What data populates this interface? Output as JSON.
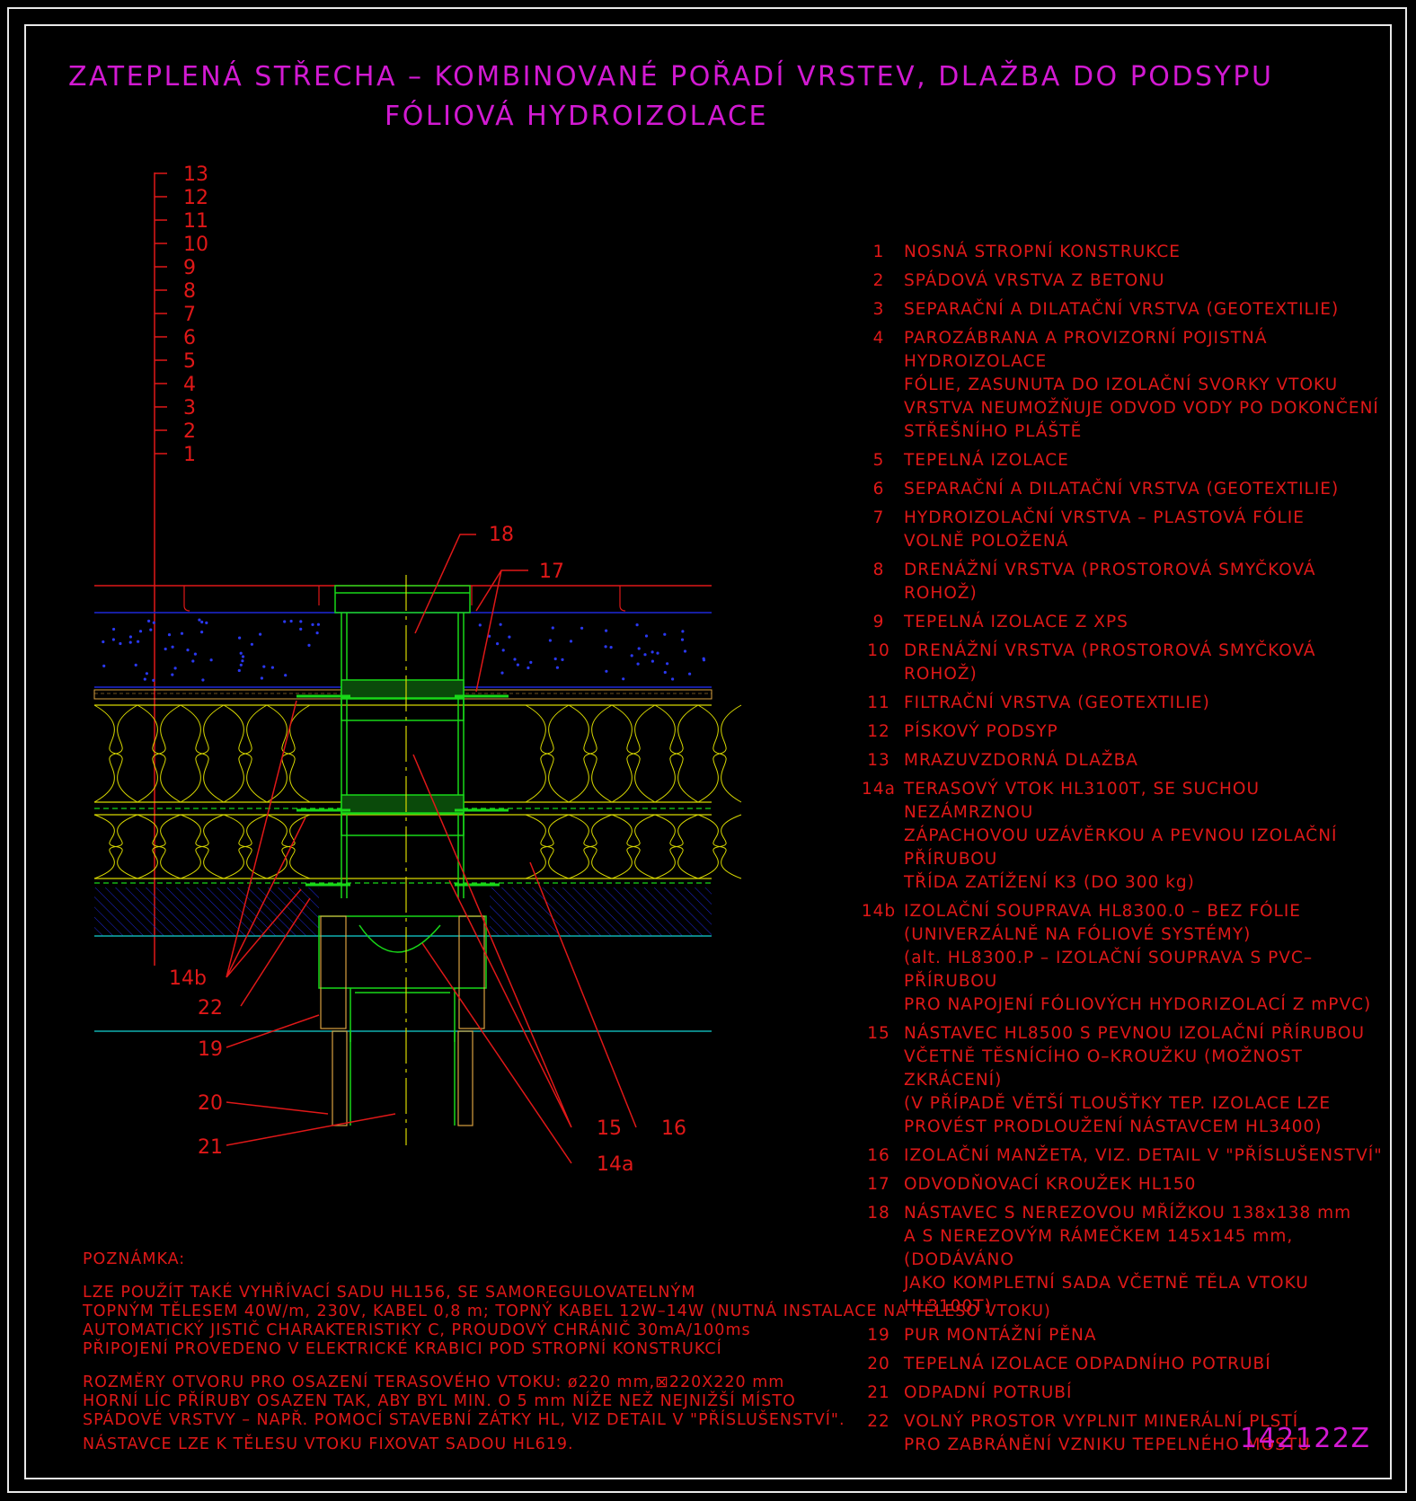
{
  "title": {
    "line1": "ZATEPLENÁ STŘECHA – KOMBINOVANÉ POŘADÍ VRSTEV, DLAŽBA DO PODSYPU",
    "line2": "FÓLIOVÁ HYDROIZOLACE"
  },
  "scale_labels": [
    "13",
    "12",
    "11",
    "10",
    "9",
    "8",
    "7",
    "6",
    "5",
    "4",
    "3",
    "2",
    "1"
  ],
  "callouts": {
    "c18": "18",
    "c17": "17",
    "c14b": "14b",
    "c22": "22",
    "c19": "19",
    "c20": "20",
    "c21": "21",
    "c15": "15",
    "c16": "16",
    "c14a": "14a"
  },
  "legend": [
    {
      "num": "1",
      "lines": [
        "NOSNÁ STROPNÍ KONSTRUKCE"
      ]
    },
    {
      "num": "2",
      "lines": [
        "SPÁDOVÁ VRSTVA Z BETONU"
      ]
    },
    {
      "num": "3",
      "lines": [
        "SEPARAČNÍ A DILATAČNÍ VRSTVA (GEOTEXTILIE)"
      ]
    },
    {
      "num": "4",
      "lines": [
        "PAROZÁBRANA A PROVIZORNÍ POJISTNÁ HYDROIZOLACE",
        "FÓLIE, ZASUNUTA DO IZOLAČNÍ SVORKY VTOKU",
        "VRSTVA NEUMOŽŇUJE ODVOD VODY PO DOKONČENÍ",
        "STŘEŠNÍHO PLÁŠTĚ"
      ]
    },
    {
      "num": "5",
      "lines": [
        "TEPELNÁ IZOLACE"
      ]
    },
    {
      "num": "6",
      "lines": [
        "SEPARAČNÍ A DILATAČNÍ VRSTVA (GEOTEXTILIE)"
      ]
    },
    {
      "num": "7",
      "lines": [
        "HYDROIZOLAČNÍ VRSTVA – PLASTOVÁ FÓLIE",
        "VOLNĚ POLOŽENÁ"
      ]
    },
    {
      "num": "8",
      "lines": [
        "DRENÁŽNÍ VRSTVA (PROSTOROVÁ SMYČKOVÁ ROHOŽ)"
      ]
    },
    {
      "num": "9",
      "lines": [
        "TEPELNÁ IZOLACE Z XPS"
      ]
    },
    {
      "num": "10",
      "lines": [
        "DRENÁŽNÍ VRSTVA (PROSTOROVÁ SMYČKOVÁ ROHOŽ)"
      ]
    },
    {
      "num": "11",
      "lines": [
        "FILTRAČNÍ VRSTVA (GEOTEXTILIE)"
      ]
    },
    {
      "num": "12",
      "lines": [
        "PÍSKOVÝ PODSYP"
      ]
    },
    {
      "num": "13",
      "lines": [
        "MRAZUVZDORNÁ DLAŽBA"
      ]
    },
    {
      "num": "14a",
      "lines": [
        "TERASOVÝ VTOK HL3100T, SE SUCHOU NEZÁMRZNOU",
        "ZÁPACHOVOU UZÁVĚRKOU A PEVNOU IZOLAČNÍ PŘÍRUBOU",
        "TŘÍDA ZATÍŽENÍ K3 (DO 300 kg)"
      ]
    },
    {
      "num": "14b",
      "lines": [
        "IZOLAČNÍ SOUPRAVA HL8300.0 – BEZ FÓLIE",
        "(UNIVERZÁLNĚ NA FÓLIOVÉ SYSTÉMY)",
        "(alt. HL8300.P – IZOLAČNÍ SOUPRAVA S PVC–PŘÍRUBOU",
        "PRO NAPOJENÍ FÓLIOVÝCH HYDORIZOLACÍ Z mPVC)"
      ]
    },
    {
      "num": "15",
      "lines": [
        "NÁSTAVEC HL8500 S PEVNOU IZOLAČNÍ PŘÍRUBOU",
        "VČETNĚ TĚSNÍCÍHO O–KROUŽKU (MOŽNOST ZKRÁCENÍ)",
        "(V PŘÍPADĚ VĚTŠÍ TLOUŠŤKY TEP. IZOLACE LZE",
        "PROVÉST PRODLOUŽENÍ NÁSTAVCEM HL3400)"
      ]
    },
    {
      "num": "16",
      "lines": [
        "IZOLAČNÍ MANŽETA, VIZ. DETAIL V \"PŘÍSLUŠENSTVÍ\""
      ]
    },
    {
      "num": "17",
      "lines": [
        "ODVODŇOVACÍ KROUŽEK HL150"
      ]
    },
    {
      "num": "18",
      "lines": [
        "NÁSTAVEC S NEREZOVOU MŘÍŽKOU 138x138 mm",
        "A S NEREZOVÝM RÁMEČKEM 145x145 mm, (DODÁVÁNO",
        "JAKO KOMPLETNÍ SADA VČETNĚ TĚLA VTOKU HL3100T)"
      ]
    },
    {
      "num": "19",
      "lines": [
        "PUR MONTÁŽNÍ PĚNA"
      ]
    },
    {
      "num": "20",
      "lines": [
        "TEPELNÁ IZOLACE ODPADNÍHO POTRUBÍ"
      ]
    },
    {
      "num": "21",
      "lines": [
        "ODPADNÍ POTRUBÍ"
      ]
    },
    {
      "num": "22",
      "lines": [
        "VOLNÝ PROSTOR VYPLNIT MINERÁLNÍ PLSTÍ",
        "PRO ZABRÁNĚNÍ VZNIKU TEPELNÉHO MOSTU"
      ]
    }
  ],
  "notes": {
    "heading": "POZNÁMKA:",
    "block1": [
      "LZE POUŽÍT TAKÉ VYHŘÍVACÍ SADU HL156, SE SAMOREGULOVATELNÝM",
      "TOPNÝM TĚLESEM 40W/m, 230V, KABEL 0,8 m; TOPNÝ KABEL 12W–14W (NUTNÁ INSTALACE NA TĚLESO VTOKU)",
      "AUTOMATICKÝ JISTIČ CHARAKTERISTIKY C, PROUDOVÝ CHRÁNIČ 30mA/100ms",
      "PŘIPOJENÍ PROVEDENO V ELEKTRICKÉ KRABICI POD STROPNÍ KONSTRUKCÍ"
    ],
    "block2": [
      "ROZMĚRY OTVORU PRO OSAZENÍ TERASOVÉHO VTOKU: ø220 mm,⊠220X220 mm",
      "HORNÍ LÍC PŘÍRUBY OSAZEN TAK, ABY BYL MIN. O 5 mm NÍŽE NEŽ NEJNIŽŠÍ MÍSTO",
      "SPÁDOVÉ VRSTVY – NAPŘ. POMOCÍ STAVEBNÍ ZÁTKY HL, VIZ DETAIL V \"PŘÍSLUŠENSTVÍ\"."
    ],
    "block3": "NÁSTAVCE LZE K TĚLESU VTOKU FIXOVAT SADOU HL619."
  },
  "drawing_number": "142122Z",
  "colors": {
    "background": "#000000",
    "frame": "#e8e8e8",
    "title": "#d21ad2",
    "text": "#e01818",
    "blue_layer": "#1e28d8",
    "insulation": "#d8d800",
    "drain_body": "#18d818",
    "axis": "#d8d800",
    "cyan_line": "#10b0b0"
  }
}
